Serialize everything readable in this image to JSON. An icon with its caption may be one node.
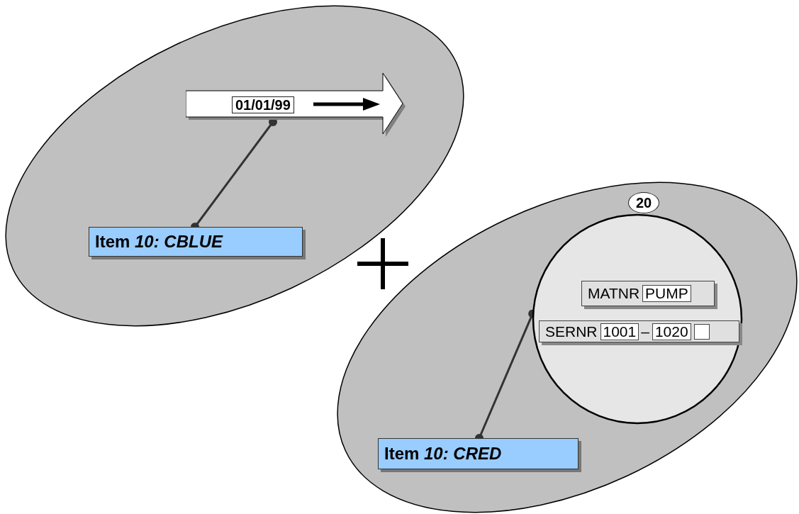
{
  "diagram": {
    "nodes": [
      {
        "text": [],
        "shape": "ellipse"
      },
      {
        "text": [
          "01/01/99"
        ],
        "in": 0
      },
      {
        "text": [
          "Item *10: CBLUE*"
        ],
        "in": 0
      },
      {
        "text": [],
        "shape": "ellipse"
      },
      {
        "text": [
          "20"
        ],
        "in": 3
      },
      {
        "text": [],
        "shape": "circle",
        "in": 3
      },
      {
        "text": [
          "MATNR",
          "PUMP"
        ],
        "in": 5
      },
      {
        "text": [
          "SERNR",
          "1001",
          "–",
          "1020"
        ],
        "in": 5
      },
      {
        "text": [
          "Item *10: CRED*"
        ],
        "in": 3
      }
    ],
    "edges": [
      {
        "from": 2,
        "to": 1,
        "arrow": "other"
      },
      {
        "from": 8,
        "to": 5,
        "arrow": "other"
      }
    ]
  }
}
